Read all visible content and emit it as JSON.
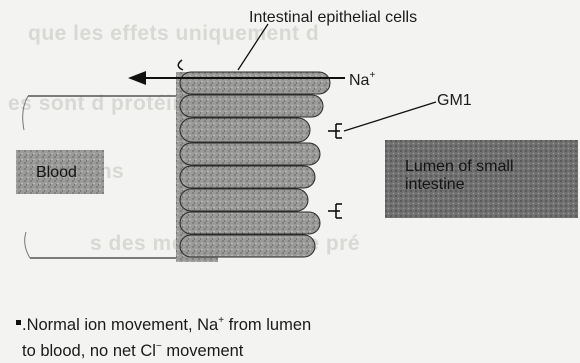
{
  "labels": {
    "cells": "Intestinal epithelial cells",
    "na_base": "Na",
    "na_charge": "+",
    "gm1": "GM1",
    "blood": "Blood",
    "lumen_line1": "Lumen of small",
    "lumen_line2": "intestine"
  },
  "caption": {
    "part1": ".Normal ion movement, Na",
    "part1_sup": "+",
    "part2": " from lumen",
    "line2a": "to blood, no net Cl",
    "line2_sup": "−",
    "line2b": " movement"
  },
  "bleed_text": [
    "que les effets uniquement d",
    "es sont d            protéine (ce s",
    "d     e      s     rons",
    "s  des  mem            membrane pré"
  ]
}
